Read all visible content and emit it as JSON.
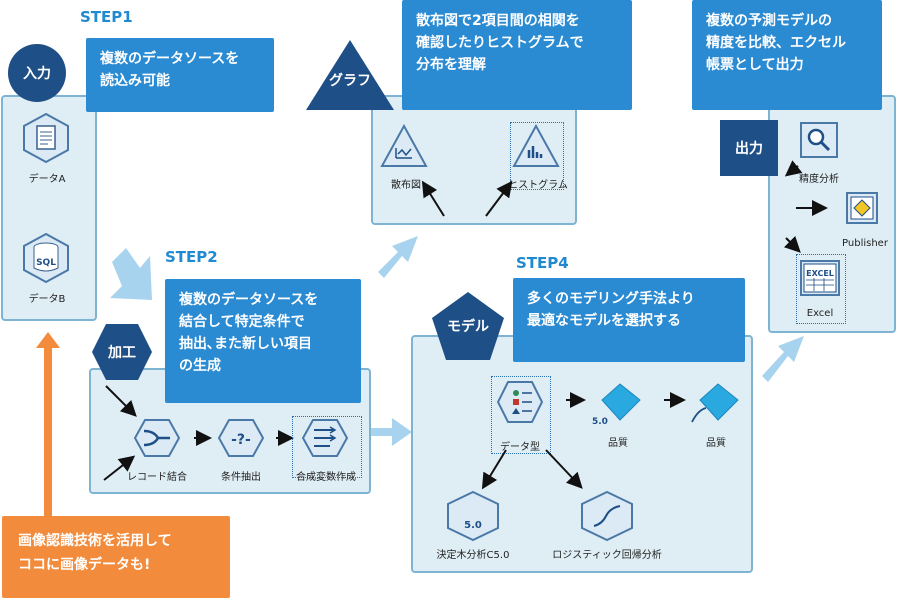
{
  "step1": {
    "label": "STEP1",
    "badge": "入力",
    "callout": [
      "複数のデータソースを",
      "読込み可能"
    ],
    "node_a": "データA",
    "node_b": "データB"
  },
  "step2": {
    "label": "STEP2",
    "badge": "加工",
    "callout": [
      "複数のデータソースを",
      "結合して特定条件で",
      "抽出､また新しい項目",
      "の生成"
    ],
    "nodes": [
      "レコード結合",
      "条件抽出",
      "合成変数作成"
    ]
  },
  "graph": {
    "badge": "グラフ",
    "callout": [
      "散布図で2項目間の相関を",
      "確認したりヒストグラムで",
      "分布を理解"
    ],
    "nodes": [
      "散布図",
      "ヒストグラム"
    ]
  },
  "step4": {
    "label": "STEP4",
    "badge": "モデル",
    "callout": [
      "多くのモデリング手法より",
      "最適なモデルを選択する"
    ],
    "nodes": [
      "データ型",
      "品質",
      "品質",
      "決定木分析C5.0",
      "ロジスティック回帰分析"
    ],
    "c50": "5.0"
  },
  "output": {
    "badge": "出力",
    "callout": [
      "複数の予測モデルの",
      "精度を比較、エクセル",
      "帳票として出力"
    ],
    "nodes": [
      "精度分析",
      "Publisher",
      "Excel"
    ],
    "excel_icon": "EXCEL",
    "sql_icon": "SQL"
  },
  "note": {
    "lines": [
      "画像認識技術を活用して",
      "ココに画像データも!"
    ]
  },
  "colors": {
    "navy": "#1e4f86",
    "blue": "#2a8ad2",
    "orange": "#f28c3c",
    "panel": "#dfeef5",
    "arrow": "#a8d3ee"
  }
}
